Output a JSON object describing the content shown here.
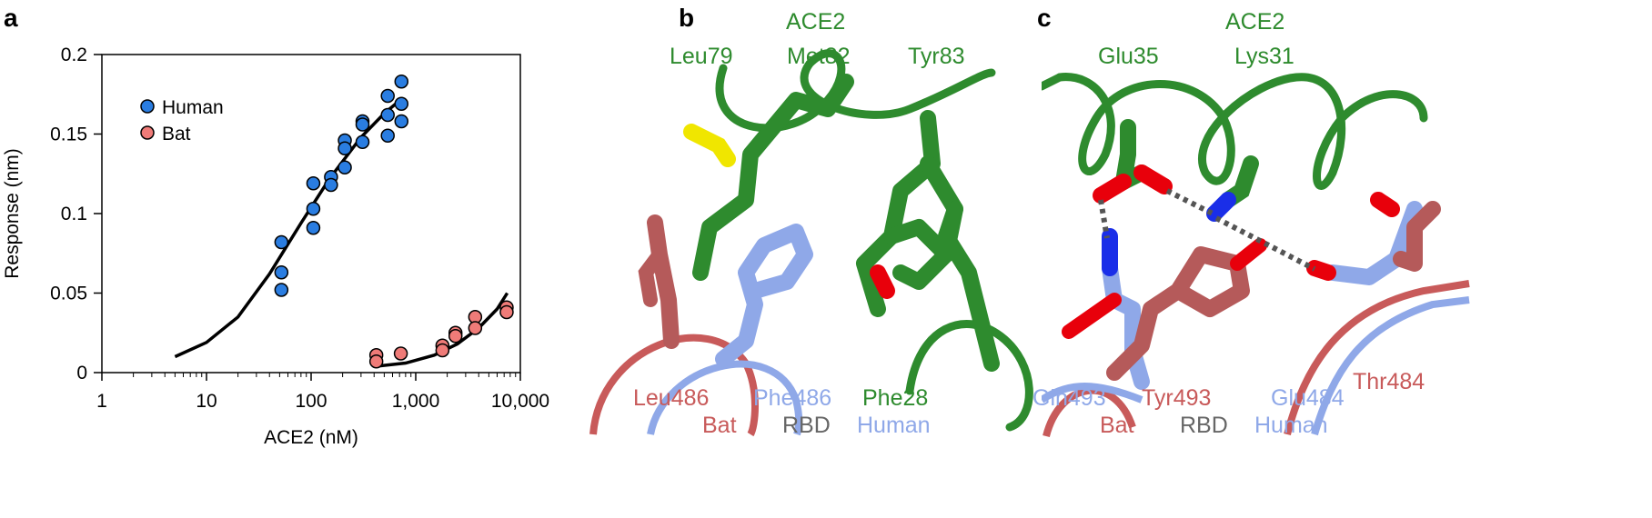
{
  "panel_a": {
    "label": "a",
    "chart_data": {
      "type": "scatter",
      "title": "",
      "xlabel": "ACE2 (nM)",
      "ylabel": "Response (nm)",
      "xscale": "log",
      "xlim": [
        1,
        10000
      ],
      "ylim": [
        0,
        0.2
      ],
      "x_ticks": [
        1,
        10,
        100,
        1000,
        10000
      ],
      "x_tick_labels": [
        "1",
        "10",
        "100",
        "1,000",
        "10,000"
      ],
      "y_ticks": [
        0,
        0.05,
        0.1,
        0.15,
        0.2
      ],
      "y_tick_labels": [
        "0",
        "0.05",
        "0.1",
        "0.15",
        "0.2"
      ],
      "legend_position": "top-left",
      "grid": false,
      "series": [
        {
          "name": "Human",
          "color": "#2a7de1",
          "points": [
            [
              52,
              0.082
            ],
            [
              52,
              0.063
            ],
            [
              52,
              0.052
            ],
            [
              105,
              0.119
            ],
            [
              105,
              0.103
            ],
            [
              105,
              0.091
            ],
            [
              155,
              0.123
            ],
            [
              155,
              0.118
            ],
            [
              210,
              0.146
            ],
            [
              210,
              0.141
            ],
            [
              210,
              0.129
            ],
            [
              310,
              0.158
            ],
            [
              310,
              0.156
            ],
            [
              310,
              0.145
            ],
            [
              540,
              0.174
            ],
            [
              540,
              0.162
            ],
            [
              540,
              0.149
            ],
            [
              730,
              0.183
            ],
            [
              730,
              0.169
            ],
            [
              730,
              0.158
            ]
          ],
          "fit": [
            [
              5,
              0.01
            ],
            [
              10,
              0.019
            ],
            [
              20,
              0.035
            ],
            [
              40,
              0.062
            ],
            [
              80,
              0.094
            ],
            [
              150,
              0.122
            ],
            [
              300,
              0.148
            ],
            [
              500,
              0.163
            ],
            [
              730,
              0.172
            ]
          ]
        },
        {
          "name": "Bat",
          "color": "#ef7b78",
          "points": [
            [
              420,
              0.011
            ],
            [
              420,
              0.007
            ],
            [
              720,
              0.012
            ],
            [
              1800,
              0.017
            ],
            [
              1800,
              0.014
            ],
            [
              2400,
              0.025
            ],
            [
              2400,
              0.023
            ],
            [
              3700,
              0.035
            ],
            [
              3700,
              0.028
            ],
            [
              7400,
              0.041
            ],
            [
              7400,
              0.038
            ]
          ],
          "fit": [
            [
              420,
              0.004
            ],
            [
              800,
              0.006
            ],
            [
              1500,
              0.011
            ],
            [
              2500,
              0.018
            ],
            [
              4000,
              0.028
            ],
            [
              6000,
              0.04
            ],
            [
              7500,
              0.05
            ]
          ]
        }
      ]
    }
  },
  "panel_b": {
    "label": "b",
    "top_title": "ACE2",
    "top_residues": [
      "Leu79",
      "Met82",
      "Tyr83"
    ],
    "bottom_residues": [
      "Leu486",
      "Phe486",
      "Phe28"
    ],
    "legend": [
      "Bat",
      "RBD",
      "Human"
    ]
  },
  "panel_c": {
    "label": "c",
    "top_title": "ACE2",
    "top_residues": [
      "Glu35",
      "Lys31"
    ],
    "bottom_residues": [
      "Gln493",
      "Tyr493",
      "Glu484",
      "Thr484"
    ],
    "legend": [
      "Bat",
      "RBD",
      "Human"
    ]
  },
  "colors": {
    "ace2_green": "#2e8b2e",
    "bat_red": "#c85a5a",
    "human_blue": "#8fa8e8",
    "rbd_grey": "#666666",
    "oxygen_red": "#e8000b",
    "nitrogen_blue": "#1a2ee8",
    "sulfur_yellow": "#f0e600"
  }
}
